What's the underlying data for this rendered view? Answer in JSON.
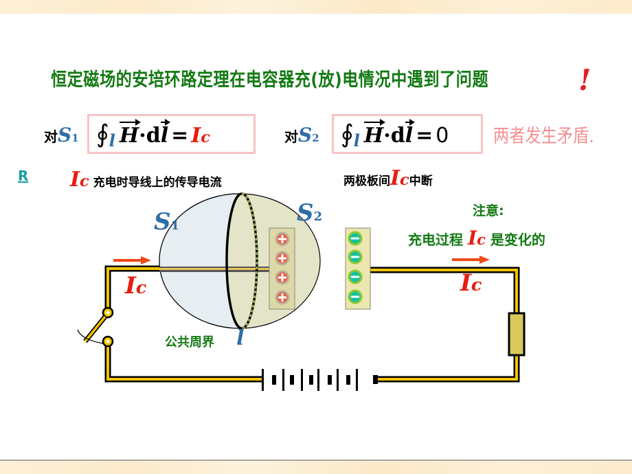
{
  "slide": {
    "title": "恒定磁场的安培环路定理在电容器充(放)电情况中遇到了问题",
    "title_mark": "!",
    "equations": [
      {
        "prefix": "对",
        "surface": "S",
        "surface_sub": "1",
        "integral": "∮",
        "loop": "l",
        "H": "H",
        "dot": "·",
        "d": "d",
        "lvec": "l",
        "equals": "=",
        "rhs_I": "I",
        "rhs_c": "c"
      },
      {
        "prefix": "对",
        "surface": "S",
        "surface_sub": "2",
        "integral": "∮",
        "loop": "l",
        "H": "H",
        "dot": "·",
        "d": "d",
        "lvec": "l",
        "equals": "=",
        "rhs": "0"
      }
    ],
    "contradiction": "两者发生矛盾.",
    "link_label": "R",
    "conduction_current": {
      "I": "I",
      "c": "c",
      "text": "充电时导线上的传导电流"
    },
    "plate_gap": {
      "before": "两极板间",
      "I": "I",
      "c": "c",
      "after": "中断"
    },
    "note": {
      "heading": "注意:",
      "before": "充电过程",
      "I": "I",
      "c": "c",
      "after": "是变化的"
    },
    "diagram": {
      "S1_label": "S",
      "S1_sub": "1",
      "S2_label": "S",
      "S2_sub": "2",
      "boundary_label": "公共周界",
      "boundary_symbol": "l",
      "current_left": {
        "I": "I",
        "c": "c"
      },
      "current_right": {
        "I": "I",
        "c": "c"
      },
      "positive_plate_charges": [
        "+",
        "+",
        "+",
        "+"
      ],
      "negative_plate_charges": [
        "−",
        "−",
        "−",
        "−"
      ]
    },
    "colors": {
      "title_green": "#137a13",
      "current_red": "#e81c0f",
      "surface_blue": "#2f6ea8",
      "wire_yellow": "#f5c400",
      "contradiction_pink": "#f39193",
      "box_border": "#f7c3c5"
    }
  }
}
